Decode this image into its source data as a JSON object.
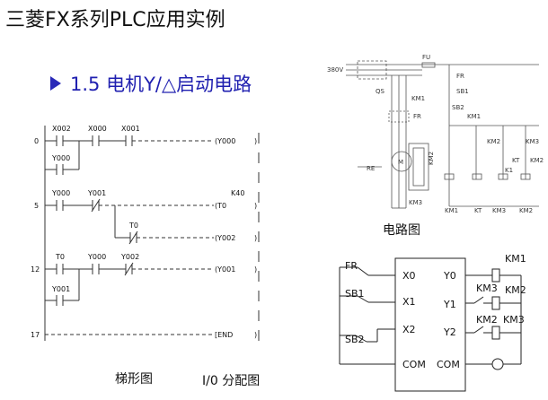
{
  "slide": {
    "title": "三菱FX系列PLC应用实例",
    "subtitle": "1.5  电机Y/△启动电路",
    "accent_color": "#2020b0"
  },
  "ladder": {
    "caption": "梯形图",
    "rung_numbers": [
      "0",
      "5",
      "12",
      "17"
    ],
    "contacts": {
      "r0_a": "X002",
      "r0_b": "X000",
      "r0_c": "X001",
      "r0_hold": "Y000",
      "r5_a": "Y000",
      "r5_b": "Y001",
      "r5_branch": "T0",
      "r12_a": "T0",
      "r12_b": "Y000",
      "r12_c": "Y002",
      "r12_hold": "Y001"
    },
    "coils": {
      "r0": "(Y000",
      "r5": "(T0",
      "r5_branch": "(Y002",
      "r12": "(Y001",
      "end": "[END"
    },
    "timer_setting": "K40",
    "coil_close": ")"
  },
  "circuit": {
    "caption": "电路图",
    "labels": {
      "voltage": "380V",
      "qs": "QS",
      "fu": "FU",
      "fr": "FR",
      "sb1": "SB1",
      "sb2": "SB2",
      "km1": "KM1",
      "km2": "KM2",
      "km3": "KM3",
      "motor": "M",
      "re": "RE",
      "kt": "KT",
      "k1": "K1"
    },
    "bottom_labels": [
      "KM1",
      "KT",
      "KM3",
      "KM2"
    ]
  },
  "io": {
    "caption": "I/0 分配图",
    "inputs": [
      {
        "device": "FR",
        "terminal": "X0"
      },
      {
        "device": "SB1",
        "terminal": "X1"
      },
      {
        "device": "SB2",
        "terminal": "X2"
      }
    ],
    "outputs": [
      {
        "terminal": "Y0",
        "coil": "KM1"
      },
      {
        "terminal": "Y1",
        "interlock": "KM3",
        "coil": "KM2"
      },
      {
        "terminal": "Y2",
        "interlock": "KM2",
        "coil": "KM3"
      }
    ],
    "com_in": "COM",
    "com_out": "COM"
  }
}
